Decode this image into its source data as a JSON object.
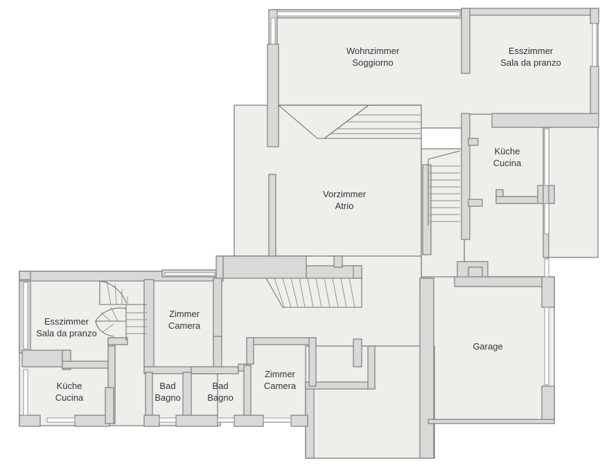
{
  "rooms": {
    "wohnzimmer": {
      "line1": "Wohnzimmer",
      "line2": "Soggiorno"
    },
    "esszimmer_top": {
      "line1": "Esszimmer",
      "line2": "Sala da pranzo"
    },
    "kueche_right": {
      "line1": "Küche",
      "line2": "Cucina"
    },
    "vorzimmer": {
      "line1": "Vorzimmer",
      "line2": "Atrio"
    },
    "garage": {
      "line1": "Garage"
    },
    "esszimmer_left": {
      "line1": "Esszimmer",
      "line2": "Sala da pranzo"
    },
    "zimmer_left": {
      "line1": "Zimmer",
      "line2": "Camera"
    },
    "kueche_left": {
      "line1": "Küche",
      "line2": "Cucina"
    },
    "bad_1": {
      "line1": "Bad",
      "line2": "Bagno"
    },
    "bad_2": {
      "line1": "Bad",
      "line2": "Bagno"
    },
    "zimmer_right": {
      "line1": "Zimmer",
      "line2": "Camera"
    }
  },
  "colors": {
    "floor": "#eeeeea",
    "wall": "#d9d9d7",
    "outline": "#7c7c7c",
    "text": "#333333"
  }
}
